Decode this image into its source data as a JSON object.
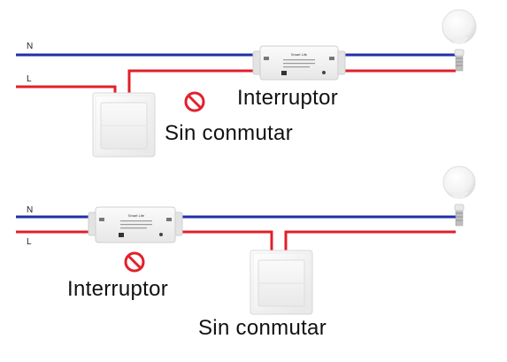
{
  "colors": {
    "neutral_wire": "#1f2fa8",
    "live_wire": "#e0202a",
    "prohibited": "#e3202a",
    "device_body": "#f2f2f2",
    "device_outline": "#cfcfcf"
  },
  "top_diagram": {
    "neutral_label": "N",
    "live_label": "L",
    "module_brand": "Smart Life",
    "module_label": "Interruptor",
    "switch_label": "Sin conmutar",
    "prohibited_icon": "no-symbol-icon",
    "lamp_icon": "light-bulb-icon"
  },
  "bottom_diagram": {
    "neutral_label": "N",
    "live_label": "L",
    "module_brand": "Smart Life",
    "module_label": "Interruptor",
    "switch_label": "Sin conmutar",
    "prohibited_icon": "no-symbol-icon",
    "lamp_icon": "light-bulb-icon"
  }
}
